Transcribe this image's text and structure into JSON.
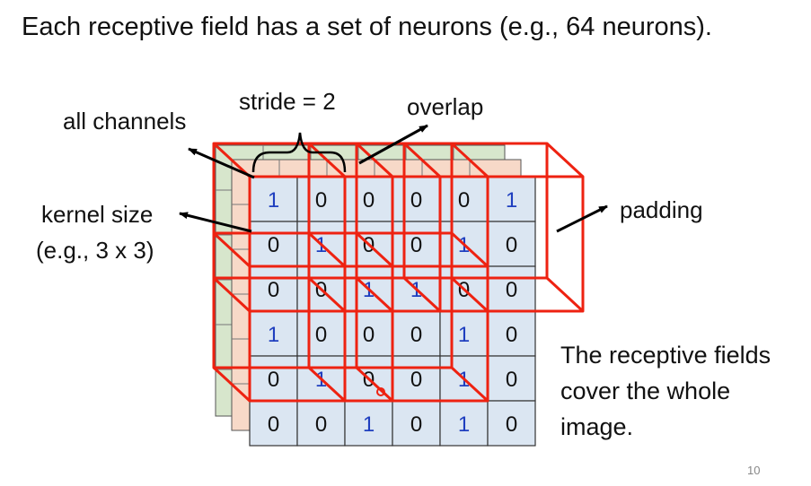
{
  "title": "Each receptive field has a set of neurons (e.g., 64 neurons).",
  "labels": {
    "stride": "stride = 2",
    "overlap": "overlap",
    "all_channels": "all channels",
    "kernel_size": "kernel size",
    "kernel_example": "(e.g., 3 x 3)",
    "padding": "padding"
  },
  "note": [
    "The receptive fields",
    "cover the whole",
    "image."
  ],
  "page_number": "10",
  "matrix": [
    [
      1,
      0,
      0,
      0,
      0,
      1
    ],
    [
      0,
      1,
      0,
      0,
      1,
      0
    ],
    [
      0,
      0,
      1,
      1,
      0,
      0
    ],
    [
      1,
      0,
      0,
      0,
      1,
      0
    ],
    [
      0,
      1,
      0,
      0,
      1,
      0
    ],
    [
      0,
      0,
      1,
      0,
      1,
      0
    ]
  ],
  "colors": {
    "one": "#1f3fbf",
    "zero": "#111111",
    "cell_bg": "#dbe6f2",
    "box": "#ee2211",
    "channel_green": "#d7e6cc",
    "channel_peach": "#f7d9c8"
  }
}
